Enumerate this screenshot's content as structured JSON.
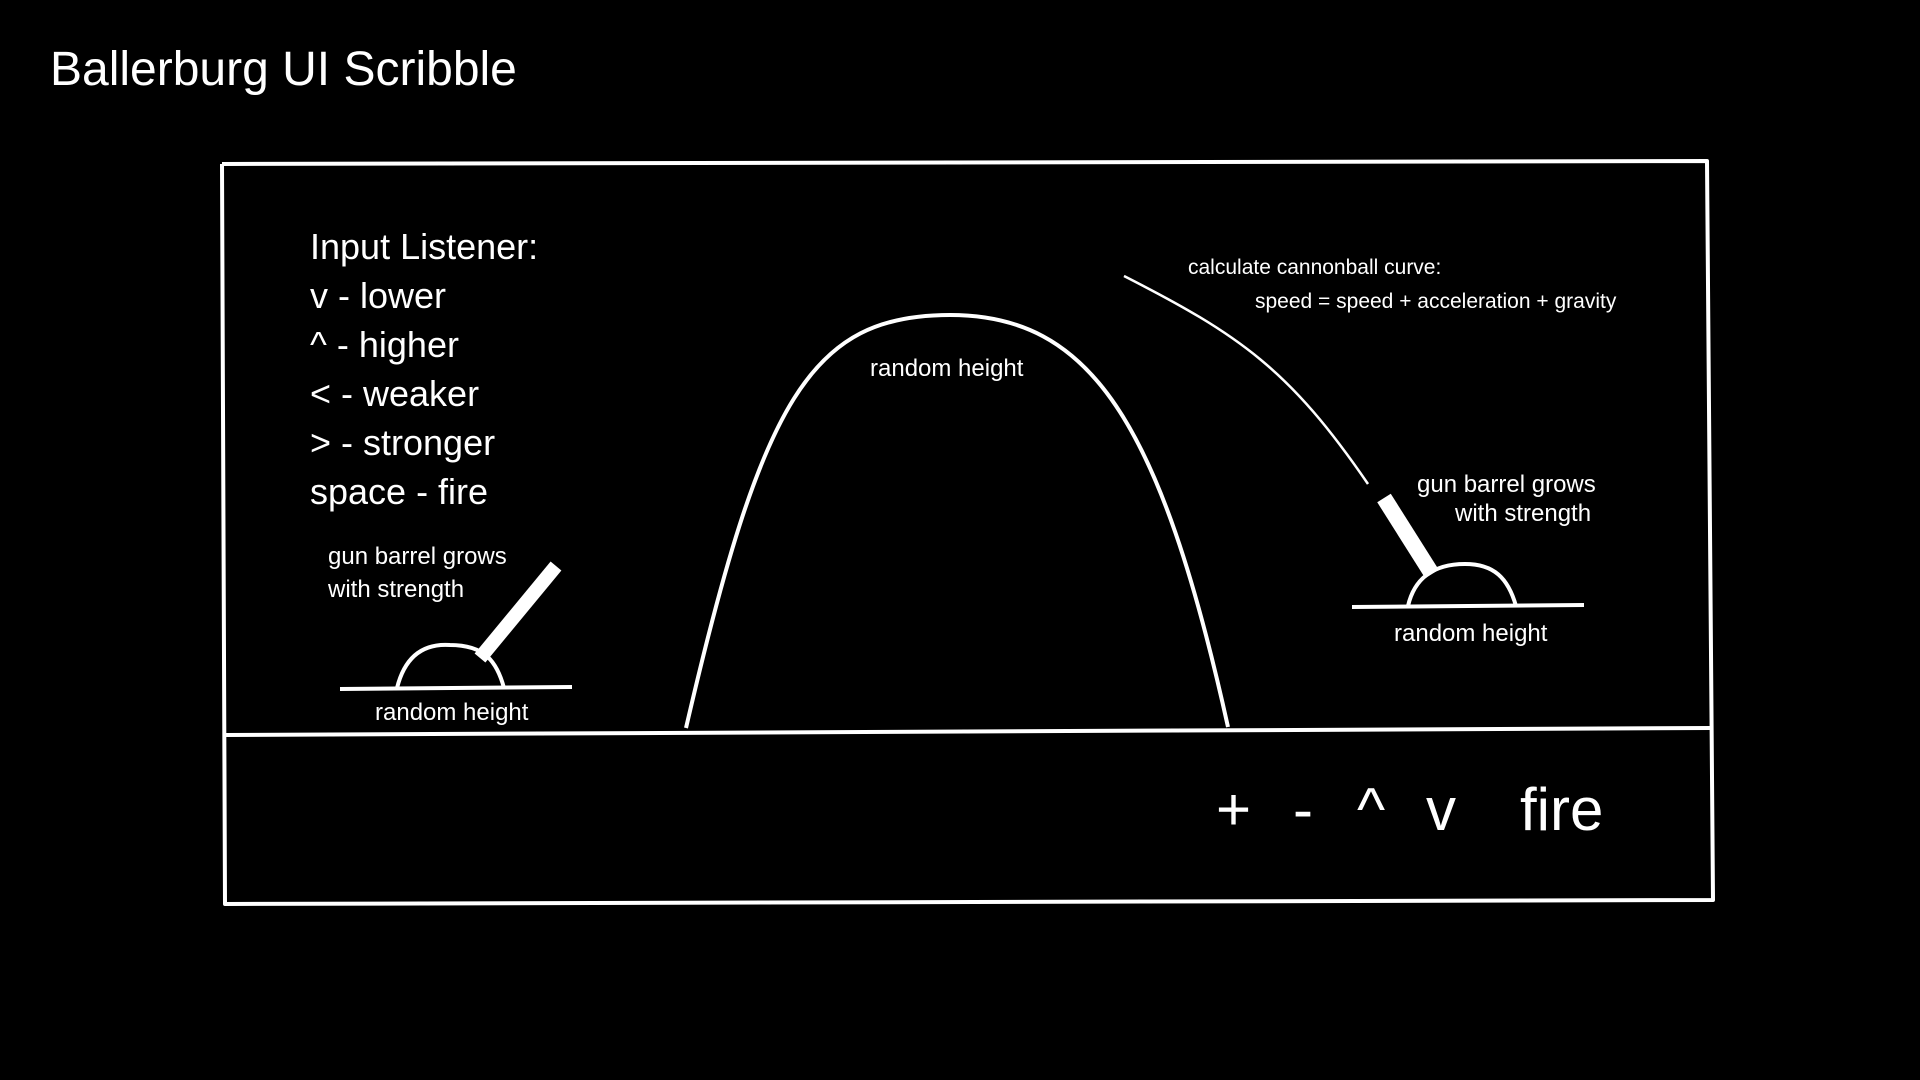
{
  "title": "Ballerburg UI Scribble",
  "input_listener": {
    "heading": "Input Listener:",
    "items": [
      "v - lower",
      "^ - higher",
      "< - weaker",
      "> - stronger",
      "space - fire"
    ]
  },
  "hill_label": "random height",
  "curve_note": {
    "line1": "calculate cannonball curve:",
    "line2": "speed = speed + acceleration + gravity"
  },
  "left_cannon": {
    "note_line1": "gun barrel grows",
    "note_line2": "with strength",
    "base_label": "random height"
  },
  "right_cannon": {
    "note_line1": "gun barrel grows",
    "note_line2": "with strength",
    "base_label": "random height"
  },
  "controls": {
    "plus": "+",
    "minus": "-",
    "up": "^",
    "down": "v",
    "fire": "fire"
  },
  "colors": {
    "background": "#000000",
    "stroke": "#ffffff"
  }
}
